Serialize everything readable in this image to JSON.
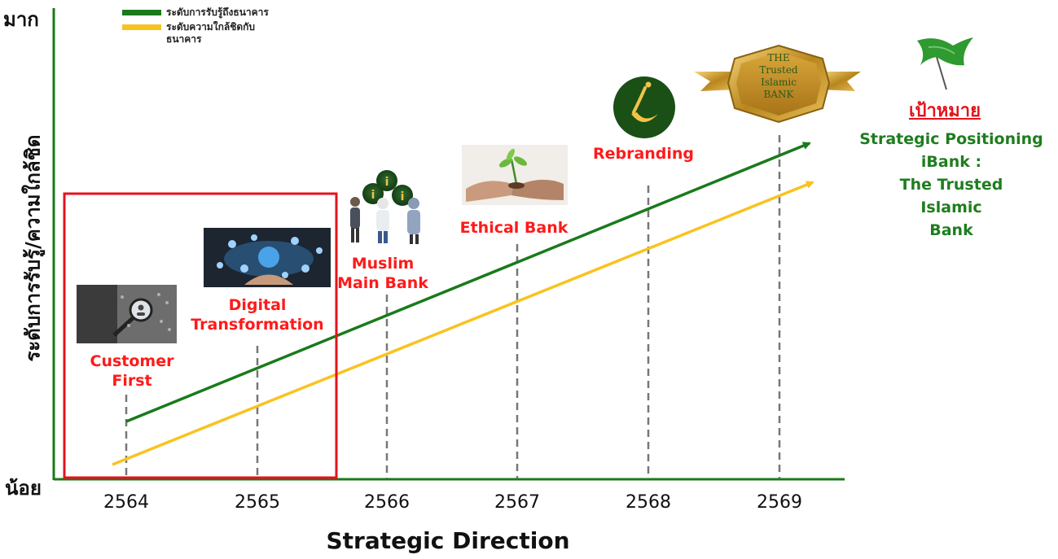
{
  "axis": {
    "y_high": "มาก",
    "y_low": "น้อย",
    "y_title": "ระดับการรับรู้/ความใกล้ชิด",
    "x_title": "Strategic Direction",
    "x_ticks": [
      "2564",
      "2565",
      "2566",
      "2567",
      "2568",
      "2569"
    ]
  },
  "legend": [
    {
      "label": "ระดับการรับรู้ถึงธนาคาร",
      "color": "#1a7a1a"
    },
    {
      "label": "ระดับความใกล้ชิดกับธนาคาร",
      "color": "#f9c31f"
    }
  ],
  "milestones": [
    {
      "line1": "Customer",
      "line2": "First"
    },
    {
      "line1": "Digital",
      "line2": "Transformation"
    },
    {
      "line1": "Muslim",
      "line2": "Main Bank"
    },
    {
      "line1": "Ethical Bank",
      "line2": ""
    },
    {
      "line1": "Rebranding",
      "line2": ""
    }
  ],
  "badge": {
    "line1": "THE",
    "line2": "Trusted",
    "line3": "Islamic",
    "line4": "BANK"
  },
  "goal": {
    "title": "เป้าหมาย",
    "line1": "Strategic Positioning",
    "line2": "iBank :",
    "line3": "The Trusted",
    "line4": "Islamic",
    "line5": "Bank"
  },
  "colors": {
    "axis": "#1a7a1a",
    "awareness": "#1a7a1a",
    "closeness": "#f9c31f",
    "highlight": "#e3131b",
    "label_red": "#ff1a1a",
    "goal_green": "#1e7d1e"
  }
}
